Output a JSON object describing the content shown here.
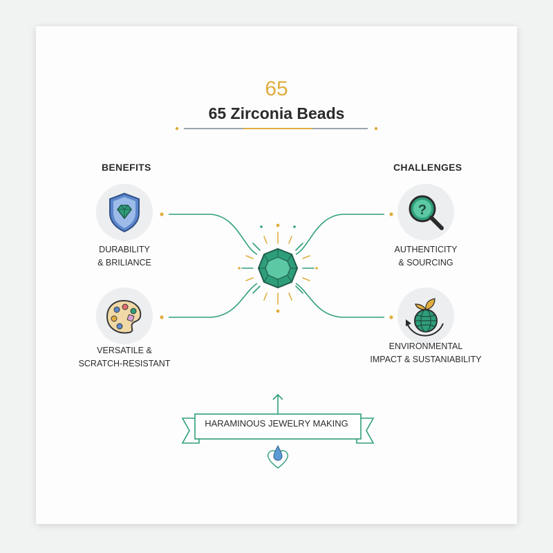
{
  "header": {
    "number": "65",
    "title": "65 Zirconia Beads"
  },
  "benefits": {
    "heading": "BENEFITS",
    "items": [
      {
        "label_line1": "DURABILITY",
        "label_line2": "& BRILIANCE",
        "icon": "shield-gem-icon"
      },
      {
        "label_line1": "VERSATILE &",
        "label_line2": "SCRATCH-RESISTANT",
        "icon": "palette-icon"
      }
    ]
  },
  "challenges": {
    "heading": "CHALLENGES",
    "items": [
      {
        "label_line1": "AUTHENTICITY",
        "label_line2": "& SOURCING",
        "icon": "magnifier-question-icon"
      },
      {
        "label_line1": "ENVIRONMENTAL",
        "label_line2": "IMPACT & SUSTANIABILITY",
        "icon": "globe-leaf-icon"
      }
    ]
  },
  "center": {
    "icon": "gem-burst-icon"
  },
  "banner": {
    "text": "HARAMINOUS JEWELRY MAKING",
    "icon": "water-drop-heart-icon"
  },
  "colors": {
    "accent_gold": "#e0ad3e",
    "accent_green": "#2e9e7a",
    "text": "#2b2b2b",
    "shield_blue": "#5b86cc"
  }
}
